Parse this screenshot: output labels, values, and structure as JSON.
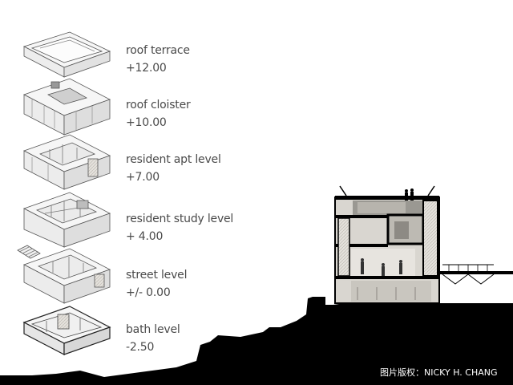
{
  "levels": [
    {
      "name": "roof terrace",
      "elevation": "+12.00"
    },
    {
      "name": "roof cloister",
      "elevation": "+10.00"
    },
    {
      "name": "resident apt level",
      "elevation": "+7.00"
    },
    {
      "name": "resident study level",
      "elevation": "+ 4.00"
    },
    {
      "name": "street level",
      "elevation": "+/- 0.00"
    },
    {
      "name": "bath level",
      "elevation": "-2.50"
    }
  ],
  "credit": "图片版权：NICKY H. CHANG",
  "colors": {
    "background": "#ffffff",
    "ground": "#000000",
    "label_text": "#4a4a4a",
    "drawing_line": "#555555",
    "section_fill": "#d9d6d0"
  }
}
